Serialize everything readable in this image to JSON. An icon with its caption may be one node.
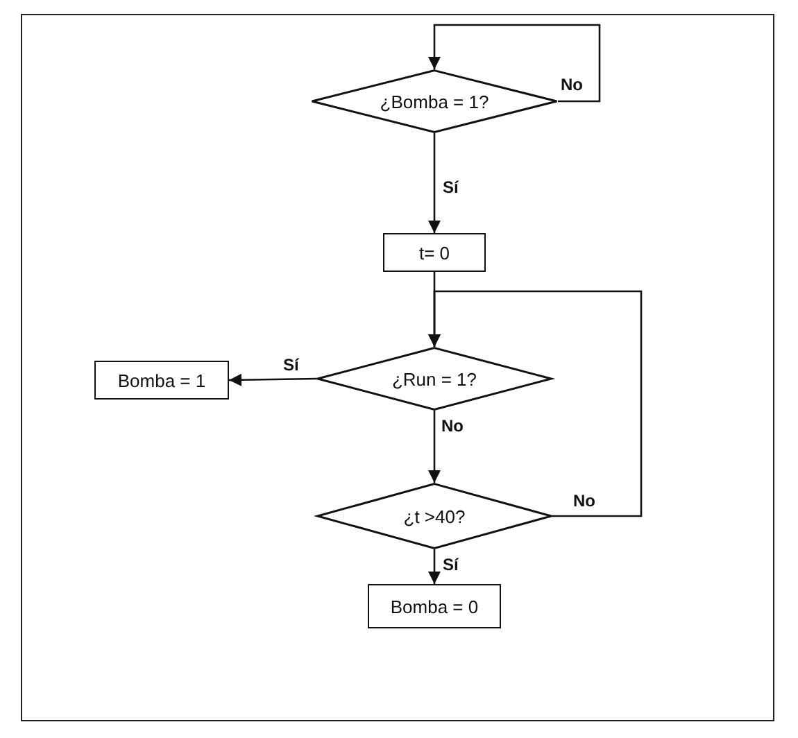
{
  "diagram": {
    "nodes": [
      {
        "text": [
          "¿Bomba = 1?"
        ]
      },
      {
        "text": [
          "t= 0"
        ]
      },
      {
        "text": [
          "¿Run = 1?"
        ]
      },
      {
        "text": [
          "Bomba = 1"
        ]
      },
      {
        "text": [
          "¿t >40?"
        ]
      },
      {
        "text": [
          "Bomba = 0"
        ]
      }
    ],
    "edges": [
      {
        "from": 0,
        "to": 0,
        "arrow": "to",
        "label": "No"
      },
      {
        "from": 0,
        "to": 1,
        "arrow": "to",
        "label": "Sí"
      },
      {
        "from": 1,
        "to": 2,
        "arrow": "to"
      },
      {
        "from": 2,
        "to": 3,
        "arrow": "to",
        "label": "Sí"
      },
      {
        "from": 2,
        "to": 4,
        "arrow": "to",
        "label": "No"
      },
      {
        "from": 4,
        "to": 2,
        "arrow": "to",
        "label": "No"
      },
      {
        "from": 4,
        "to": 5,
        "arrow": "to",
        "label": "Sí"
      }
    ]
  }
}
